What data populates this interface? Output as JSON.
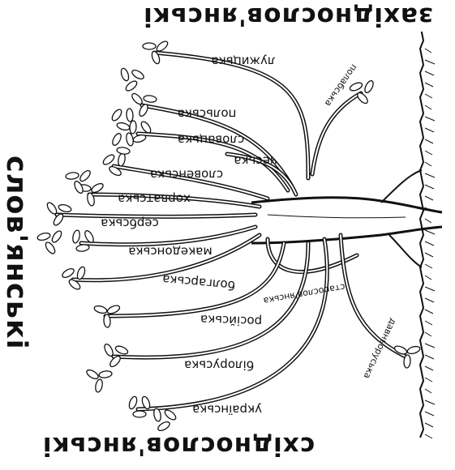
{
  "diagram": {
    "title": "слов'янські",
    "groups": {
      "west": "західнослов'янські",
      "east": "східнослов'янські"
    },
    "branches": [
      {
        "group": "west",
        "label": "лужицька"
      },
      {
        "group": "west",
        "label": "полабська"
      },
      {
        "group": "west",
        "label": "польська"
      },
      {
        "group": "west",
        "label": "словацька"
      },
      {
        "group": "west",
        "label": "чеська"
      },
      {
        "group": "south",
        "label": "словенська"
      },
      {
        "group": "south",
        "label": "хорватська"
      },
      {
        "group": "south",
        "label": "сербська"
      },
      {
        "group": "south",
        "label": "македонська"
      },
      {
        "group": "south",
        "label": "болгарська"
      },
      {
        "group": "south",
        "label": "старослов'янська"
      },
      {
        "group": "east",
        "label": "російська"
      },
      {
        "group": "east",
        "label": "білоруська"
      },
      {
        "group": "east",
        "label": "українська"
      },
      {
        "group": "east",
        "label": "давньоруська"
      }
    ],
    "colors": {
      "ink": "#111111",
      "background": "#ffffff"
    }
  }
}
